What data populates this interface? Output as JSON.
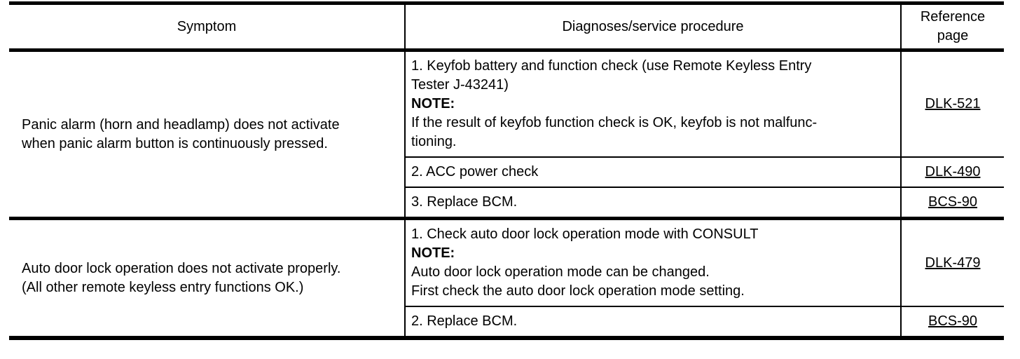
{
  "table": {
    "columns": [
      {
        "label": "Symptom"
      },
      {
        "label": "Diagnoses/service procedure"
      },
      {
        "label": "Reference\npage"
      }
    ],
    "groups": [
      {
        "symptom": "Panic alarm (horn and headlamp) does not activate\nwhen panic alarm button is continuously pressed.",
        "procedures": [
          {
            "text": "1. Keyfob battery and function check (use Remote Keyless Entry\nTester J-43241)",
            "note_label": "NOTE:",
            "note_text": "If the result of keyfob function check is OK, keyfob is not malfunc-\ntioning.",
            "reference": "DLK-521"
          },
          {
            "text": "2. ACC power check",
            "reference": "DLK-490"
          },
          {
            "text": "3. Replace BCM.",
            "reference": "BCS-90"
          }
        ]
      },
      {
        "symptom": "Auto door lock operation does not activate properly.\n(All other remote keyless entry functions OK.)",
        "procedures": [
          {
            "text": "1. Check auto door lock operation mode with CONSULT",
            "note_label": "NOTE:",
            "note_text": "Auto door lock operation mode can be changed.\nFirst check the auto door lock operation mode setting.",
            "reference": "DLK-479"
          },
          {
            "text": "2. Replace BCM.",
            "reference": "BCS-90"
          }
        ]
      }
    ]
  },
  "colors": {
    "border": "#000000",
    "text": "#000000",
    "background": "#ffffff"
  }
}
